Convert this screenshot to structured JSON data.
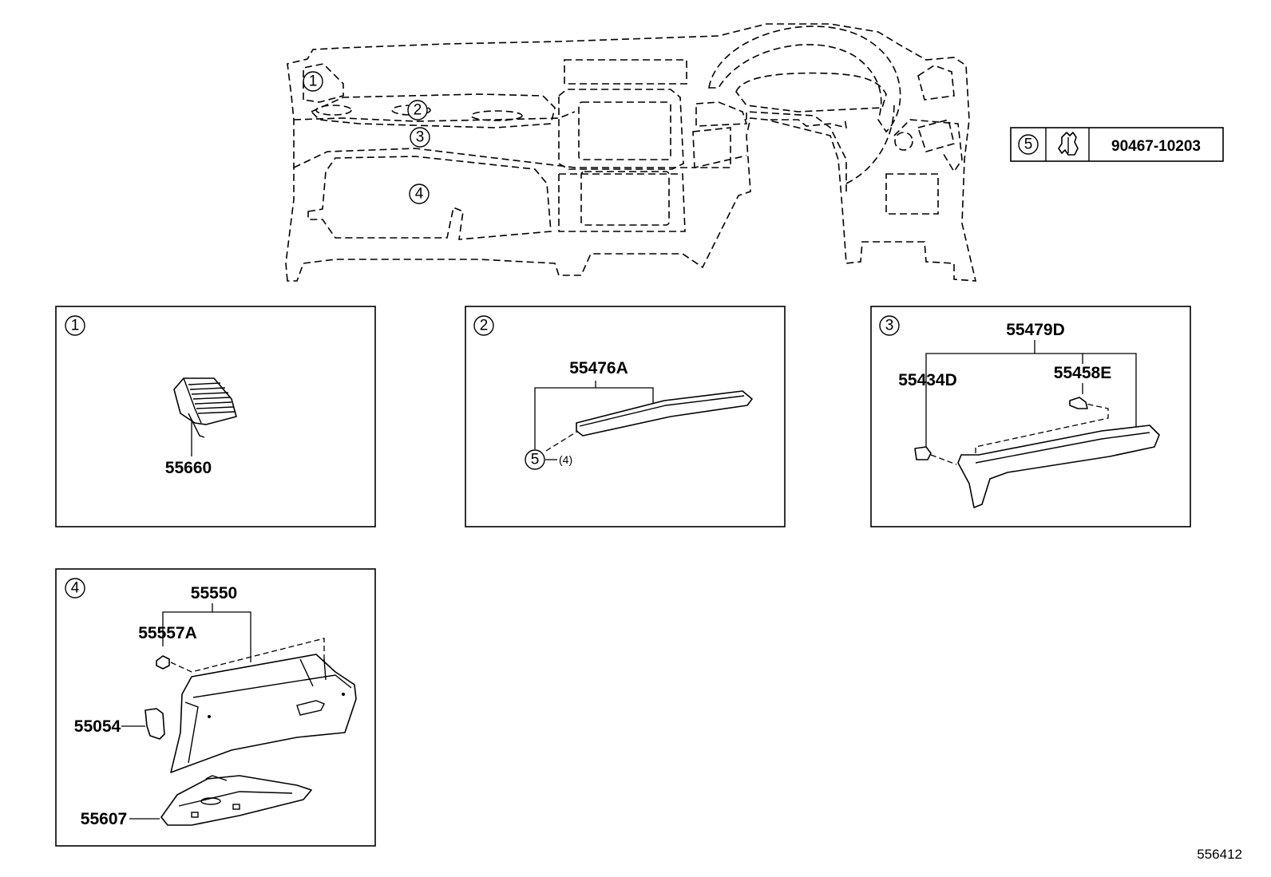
{
  "overview": {
    "callouts": [
      "1",
      "2",
      "3",
      "4"
    ]
  },
  "legend": {
    "callout": "5",
    "icon": "clip-icon",
    "part_number": "90467-10203"
  },
  "panels": [
    {
      "callout": "1",
      "parts": [
        {
          "label": "55660"
        }
      ]
    },
    {
      "callout": "2",
      "parts": [
        {
          "label": "55476A"
        }
      ],
      "sub_callout": "5",
      "sub_qty": "(4)"
    },
    {
      "callout": "3",
      "parts": [
        {
          "label": "55479D"
        },
        {
          "label": "55434D"
        },
        {
          "label": "55458E"
        }
      ]
    },
    {
      "callout": "4",
      "parts": [
        {
          "label": "55550"
        },
        {
          "label": "55557A"
        },
        {
          "label": "55054"
        },
        {
          "label": "55607"
        }
      ]
    }
  ],
  "figure_id": "556412"
}
